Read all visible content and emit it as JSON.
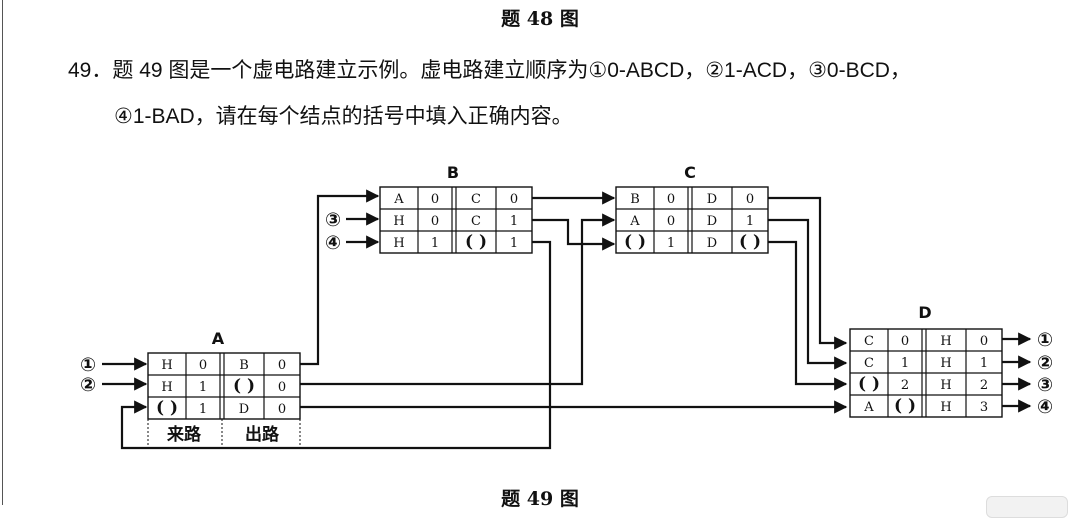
{
  "page": {
    "top_caption": "题 48 图",
    "question_number": "49．",
    "question_line1": "题 49 图是一个虚电路建立示例。虚电路建立顺序为①0-ABCD，②1-ACD，③0-BCD，",
    "question_line2": "④1-BAD，请在每个结点的括号中填入正确内容。",
    "bottom_caption": "题 49 图"
  },
  "figure": {
    "nodes": [
      {
        "id": "A",
        "label": "A",
        "rows": [
          [
            "H",
            "0",
            "B",
            "0"
          ],
          [
            "H",
            "1",
            "( )",
            "0"
          ],
          [
            "( )",
            "1",
            "D",
            "0"
          ]
        ],
        "footer_in": "来路",
        "footer_out": "出路"
      },
      {
        "id": "B",
        "label": "B",
        "rows": [
          [
            "A",
            "0",
            "C",
            "0"
          ],
          [
            "H",
            "0",
            "C",
            "1"
          ],
          [
            "H",
            "1",
            "( )",
            "1"
          ]
        ]
      },
      {
        "id": "C",
        "label": "C",
        "rows": [
          [
            "B",
            "0",
            "D",
            "0"
          ],
          [
            "A",
            "0",
            "D",
            "1"
          ],
          [
            "( )",
            "1",
            "D",
            "( )"
          ]
        ]
      },
      {
        "id": "D",
        "label": "D",
        "rows": [
          [
            "C",
            "0",
            "H",
            "0"
          ],
          [
            "C",
            "1",
            "H",
            "1"
          ],
          [
            "( )",
            "2",
            "H",
            "2"
          ],
          [
            "A",
            "( )",
            "H",
            "3"
          ]
        ]
      }
    ],
    "inputs_A": [
      "①",
      "②"
    ],
    "inputs_B": [
      "③",
      "④"
    ],
    "outputs_D": [
      "①",
      "②",
      "③",
      "④"
    ]
  }
}
